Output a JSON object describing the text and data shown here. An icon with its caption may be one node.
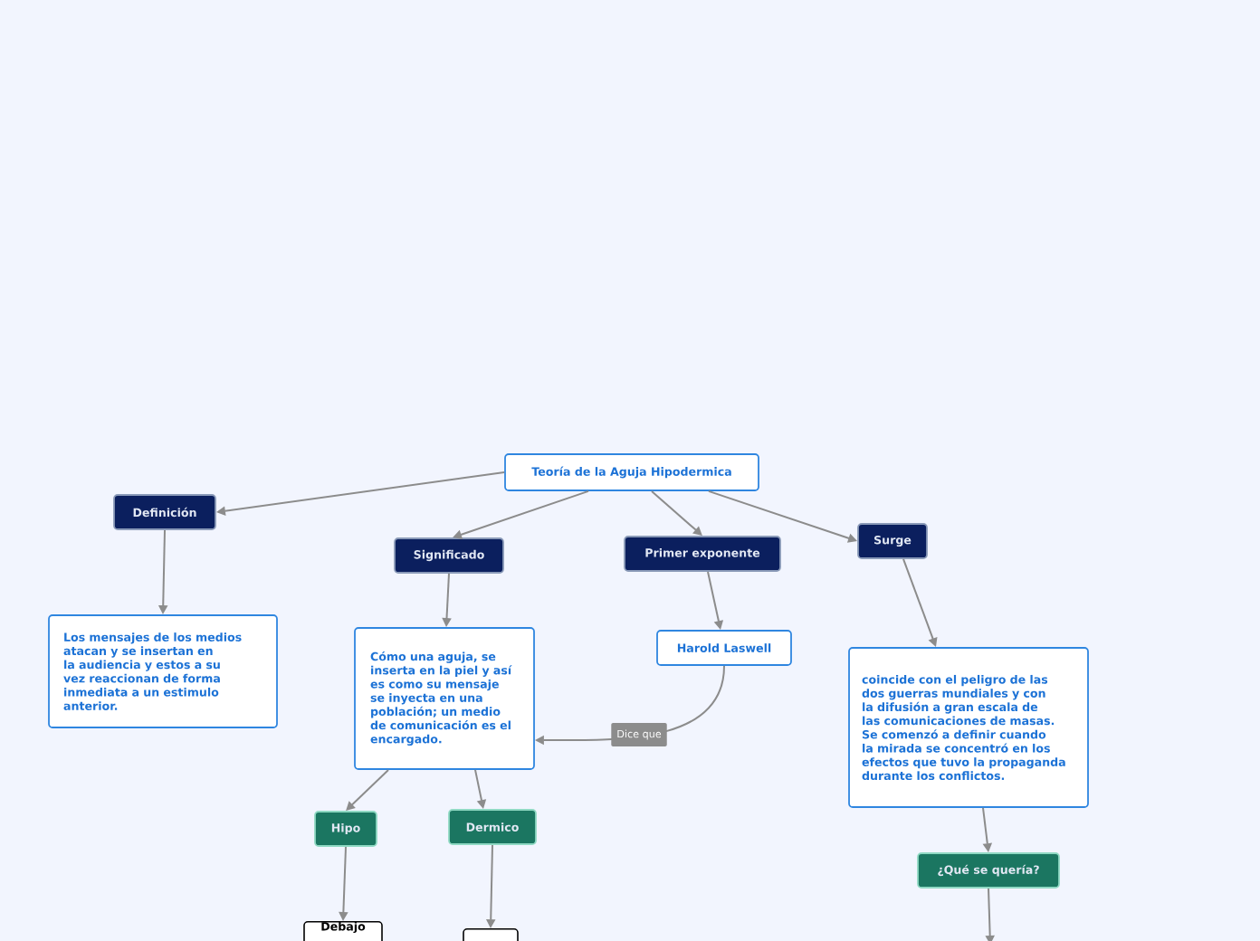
{
  "diagram": {
    "nodes": [
      {
        "text": [
          "Teoría de la Aguja Hipodermica"
        ]
      },
      {
        "text": [
          "Definición"
        ]
      },
      {
        "text": [
          "Significado"
        ]
      },
      {
        "text": [
          "Primer exponente"
        ]
      },
      {
        "text": [
          "Surge"
        ]
      },
      {
        "text": [
          "Los mensajes de los medios atacan y se insertan en la audiencia y estos a su vez reaccionan de forma inmediata a un estimulo anterior."
        ]
      },
      {
        "text": [
          "Cómo una aguja, se inserta en la piel y así es como su mensaje se inyecta en una población; un medio de comunicación es el encargado."
        ]
      },
      {
        "text": [
          "Harold Laswell"
        ]
      },
      {
        "text": [
          "coincide con el peligro de las dos guerras mundiales y con la difusión a gran escala de las comunicaciones de masas. Se comenzó a definir cuando la mirada se concentró en los efectos que tuvo la propaganda durante los conflictos."
        ]
      },
      {
        "text": [
          "Hipo"
        ]
      },
      {
        "text": [
          "Dermico"
        ]
      },
      {
        "text": [
          "¿Qué se quería?"
        ]
      },
      {
        "text": [
          "Debajo"
        ]
      },
      {
        "text": [],
        "shape": "box"
      }
    ],
    "edges": [
      {
        "from": 0,
        "to": 1,
        "arrow": "to"
      },
      {
        "from": 0,
        "to": 2,
        "arrow": "to"
      },
      {
        "from": 0,
        "to": 3,
        "arrow": "to"
      },
      {
        "from": 0,
        "to": 4,
        "arrow": "to"
      },
      {
        "from": 1,
        "to": 5,
        "arrow": "to"
      },
      {
        "from": 2,
        "to": 6,
        "arrow": "to"
      },
      {
        "from": 3,
        "to": 7,
        "arrow": "to"
      },
      {
        "from": 4,
        "to": 8,
        "arrow": "to"
      },
      {
        "from": 7,
        "to": 6,
        "arrow": "to",
        "label": "Dice que"
      },
      {
        "from": 6,
        "to": 9,
        "arrow": "to"
      },
      {
        "from": 6,
        "to": 10,
        "arrow": "to"
      },
      {
        "from": 9,
        "to": 12,
        "arrow": "to"
      },
      {
        "from": 10,
        "to": 13,
        "arrow": "to"
      },
      {
        "from": 8,
        "to": 11,
        "arrow": "to"
      },
      {
        "from": 11,
        "to": null,
        "arrow": "to"
      }
    ]
  }
}
